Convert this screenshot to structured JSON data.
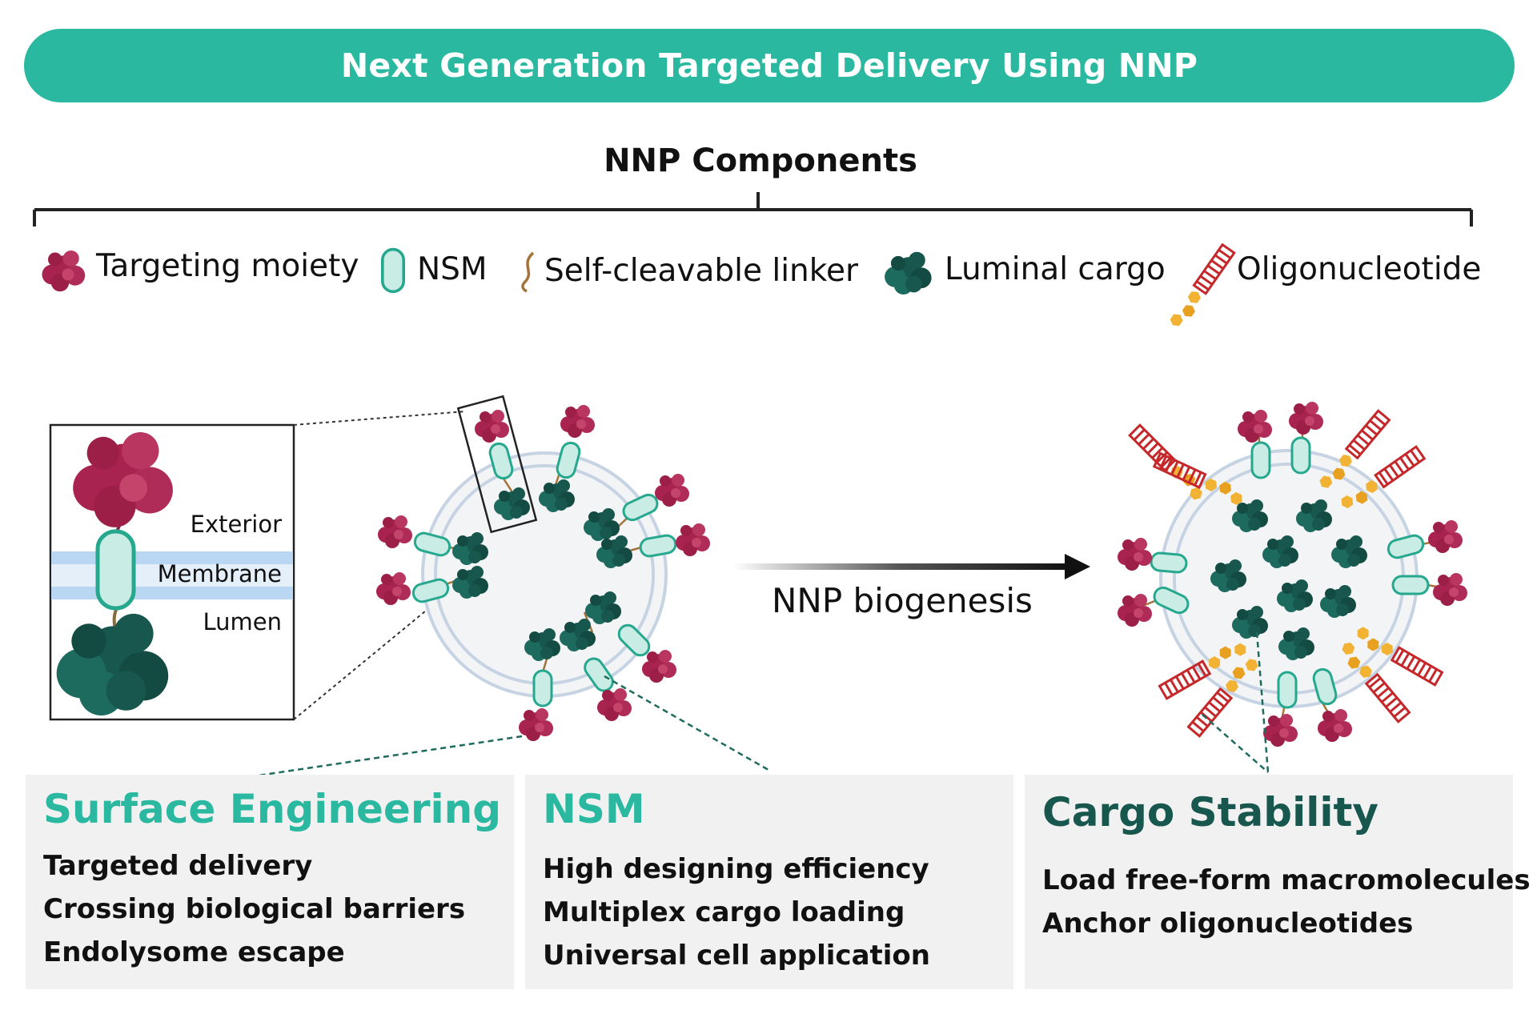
{
  "header": {
    "title": "Next Generation Targeted Delivery Using NNP"
  },
  "components": {
    "title": "NNP Components",
    "legend": [
      {
        "label": "Targeting moiety",
        "icon": "targeting-moiety-icon"
      },
      {
        "label": "NSM",
        "icon": "nsm-icon"
      },
      {
        "label": "Self-cleavable linker",
        "icon": "linker-icon"
      },
      {
        "label": "Luminal cargo",
        "icon": "luminal-cargo-icon"
      },
      {
        "label": "Oligonucleotide",
        "icon": "oligonucleotide-icon"
      }
    ]
  },
  "inset": {
    "exterior": "Exterior",
    "membrane": "Membrane",
    "lumen": "Lumen"
  },
  "process": {
    "arrow_label": "NNP biogenesis"
  },
  "panels": [
    {
      "title": "Surface Engineering",
      "items": [
        "Targeted delivery",
        "Crossing biological barriers",
        "Endolysome escape"
      ]
    },
    {
      "title": "NSM",
      "items": [
        "High designing efficiency",
        "Multiplex cargo loading",
        "Universal cell application"
      ]
    },
    {
      "title": "Cargo Stability",
      "items": [
        "Load free-form macromolecules",
        "Anchor oligonucleotides"
      ]
    }
  ],
  "colors": {
    "banner": "#2ab9a0",
    "targeting_moiety": "#a8234f",
    "nsm_fill": "#c9ece4",
    "nsm_stroke": "#26a88f",
    "cargo": "#17574e",
    "oligo_red": "#c4282a",
    "oligo_yellow": "#f2b233",
    "panel_title_1": "#2ab9a0",
    "panel_title_2": "#2ab9a0",
    "panel_title_3": "#17574e"
  }
}
